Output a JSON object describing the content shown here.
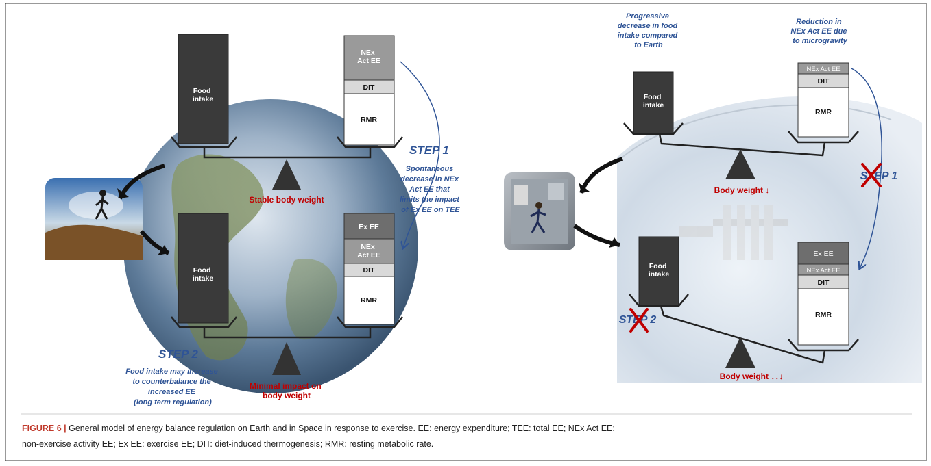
{
  "earth": {
    "top_balance": {
      "food_label": [
        "Food",
        "intake"
      ],
      "nex_label": [
        "NEx",
        "Act EE"
      ],
      "dit_label": "DIT",
      "rmr_label": "RMR",
      "outcome": "Stable body weight"
    },
    "bottom_balance": {
      "food_label": [
        "Food",
        "intake"
      ],
      "ex_label": "Ex EE",
      "nex_label": [
        "NEx",
        "Act EE"
      ],
      "dit_label": "DIT",
      "rmr_label": "RMR",
      "outcome": [
        "Minimal impact on",
        "body weight"
      ]
    },
    "step1": {
      "title": "STEP 1",
      "text": [
        "Spontaneous",
        "decrease in NEx",
        "Act EE that",
        "limits the impact",
        "of Ex EE on TEE"
      ]
    },
    "step2": {
      "title": "STEP 2",
      "text": [
        "Food intake may increase",
        "to counterbalance the",
        "increased EE",
        "(long term regulation)"
      ]
    }
  },
  "space": {
    "top_balance": {
      "food_label": [
        "Food",
        "intake"
      ],
      "nex_label": "NEx Act EE",
      "dit_label": "DIT",
      "rmr_label": "RMR",
      "outcome": "Body weight ↓"
    },
    "bottom_balance": {
      "food_label": [
        "Food",
        "intake"
      ],
      "ex_label": "Ex EE",
      "nex_label": "NEx Act EE",
      "dit_label": "DIT",
      "rmr_label": "RMR",
      "outcome": "Body weight ↓↓↓"
    },
    "food_note": [
      "Progressive",
      "decrease in food",
      "intake compared",
      "to Earth"
    ],
    "nex_note": [
      "Reduction in",
      "NEx Act EE due",
      "to microgravity"
    ],
    "step1_crossed": "STEP 1",
    "step2_crossed": "STEP 2"
  },
  "caption": {
    "label": "FIGURE 6 |",
    "text_line1": " General model of energy balance regulation on Earth and in Space in response to exercise. EE: energy expenditure; TEE: total EE; NEx Act EE:",
    "text_line2": "non-exercise activity EE; Ex EE: exercise EE; DIT: diet-induced thermogenesis; RMR: resting metabolic rate."
  },
  "colors": {
    "food_box": "#3a3a3a",
    "nex_box": "#9a9a9a",
    "ex_box": "#6e6e6e",
    "dit_box": "#d9d9d9",
    "blue_text": "#2f5496",
    "red_text": "#c00000",
    "cross": "#c00000"
  }
}
